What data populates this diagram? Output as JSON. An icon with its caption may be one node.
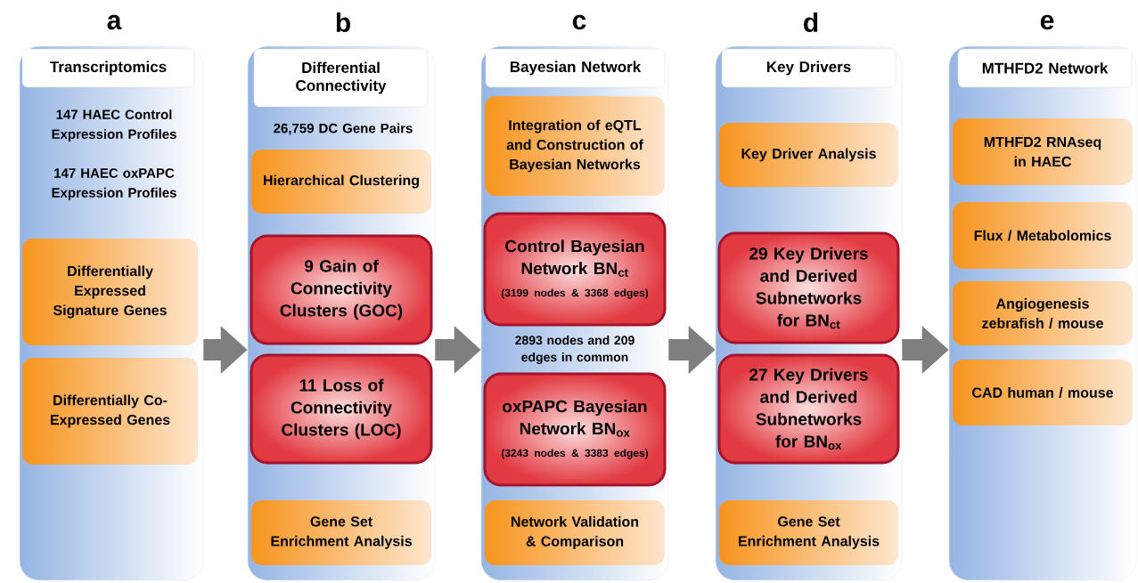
{
  "diagram": {
    "nodes": [
      {
        "text": [
          "Transcriptomics",
          "147 HAEC Control Expression Profiles",
          "147 HAEC oxPAPC Expression Profiles"
        ]
      },
      {
        "text": [
          "Differentially Expressed Signature Genes"
        ],
        "in": 0
      },
      {
        "text": [
          "Differentially Co-Expressed Genes"
        ],
        "in": 0
      },
      {
        "text": [
          "Differential Connectivity",
          "26,759 DC Gene Pairs"
        ]
      },
      {
        "text": [
          "Hierarchical Clustering"
        ],
        "in": 3
      },
      {
        "text": [
          "9 Gain of Connectivity Clusters (GOC)"
        ],
        "in": 3
      },
      {
        "text": [
          "11 Loss of Connectivity Clusters (LOC)"
        ],
        "in": 3
      },
      {
        "text": [
          "Gene Set Enrichment Analysis"
        ],
        "in": 3
      },
      {
        "text": [
          "Bayesian Network"
        ]
      },
      {
        "text": [
          "Integration of eQTL and Construction of Bayesian Networks"
        ],
        "in": 8
      },
      {
        "text": [
          "Control Bayesian Network BN$_{ct}$",
          "(3199 nodes & 3368 edges)"
        ],
        "in": 8
      },
      {
        "text": [
          "oxPAPC Bayesian Network BN$_{ox}$",
          "(3243 nodes & 3383 edges)"
        ],
        "in": 8
      },
      {
        "text": [
          "Network Validation & Comparison"
        ],
        "in": 8
      },
      {
        "text": [
          "Key Drivers"
        ]
      },
      {
        "text": [
          "Key Driver Analysis"
        ],
        "in": 13
      },
      {
        "text": [
          "29 Key Drivers and Derived Subnetworks for BN$_{ct}$"
        ],
        "in": 13
      },
      {
        "text": [
          "27 Key Drivers and Derived Subnetworks for BN$_{ox}$"
        ],
        "in": 13
      },
      {
        "text": [
          "Gene Set Enrichment Analysis"
        ],
        "in": 13
      },
      {
        "text": [
          "MTHFD2 Network"
        ]
      },
      {
        "text": [
          "MTHFD2 RNAseq in HAEC"
        ],
        "in": 18
      },
      {
        "text": [
          "Flux / Metabolomics"
        ],
        "in": 18
      },
      {
        "text": [
          "Angiogenesis zebrafish / mouse"
        ],
        "in": 18
      },
      {
        "text": [
          "CAD human / mouse"
        ],
        "in": 18
      }
    ],
    "edges": [
      {
        "from": 0,
        "to": 3,
        "arrow": "to"
      },
      {
        "from": 3,
        "to": 8,
        "arrow": "to"
      },
      {
        "from": 8,
        "to": 13,
        "arrow": "to"
      },
      {
        "from": 13,
        "to": 18,
        "arrow": "to"
      }
    ],
    "labels": [
      "a",
      "b",
      "c",
      "d",
      "e",
      "2893 nodes and 209 edges in common"
    ]
  }
}
